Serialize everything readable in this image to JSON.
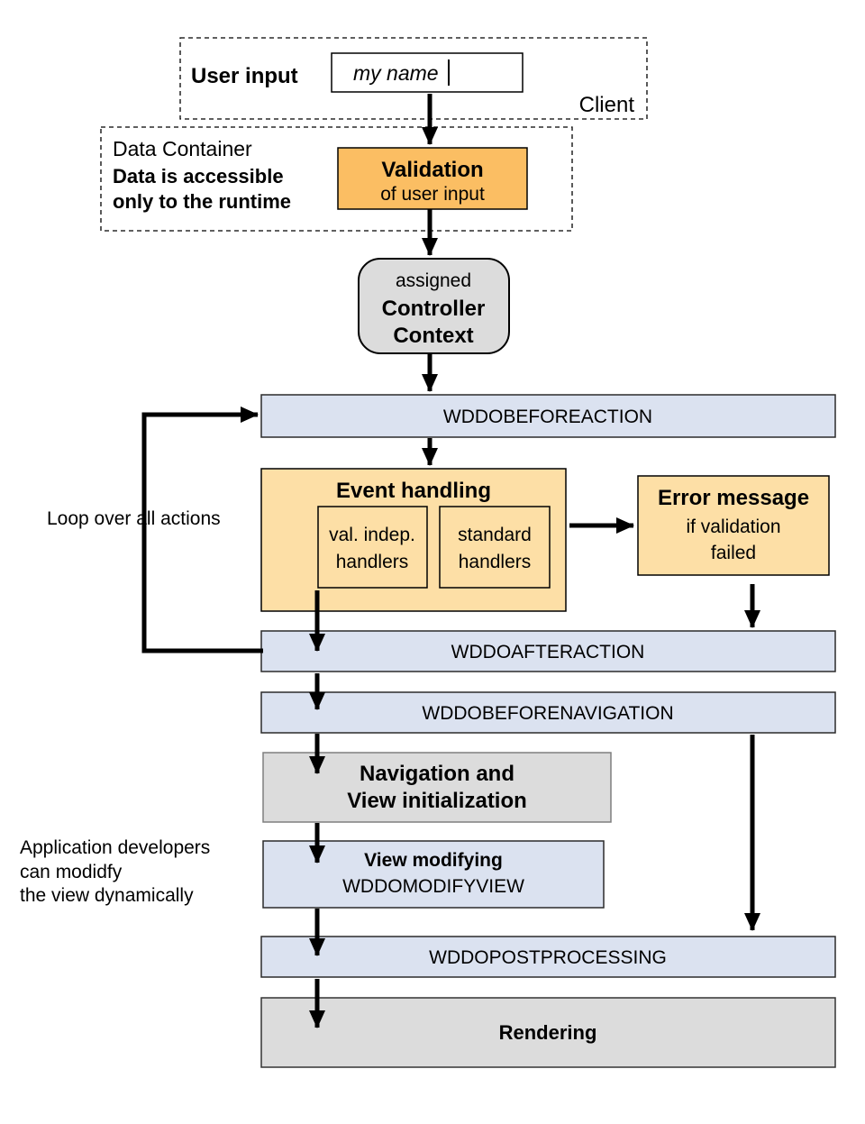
{
  "colors": {
    "orange_strong": "#FBBE63",
    "orange_light": "#FDDFA6",
    "blue_bar": "#DBE2F0",
    "gray_box": "#DCDCDC",
    "white": "#FFFFFF"
  },
  "client": {
    "label": "Client",
    "user_input_label": "User input",
    "input_value": "my name"
  },
  "data_container": {
    "title": "Data Container",
    "note_line1": "Data is accessible",
    "note_line2": "only to the runtime",
    "validation": {
      "title": "Validation",
      "subtitle": "of user input"
    }
  },
  "controller_context": {
    "line1": "assigned",
    "line2": "Controller",
    "line3": "Context"
  },
  "hooks": {
    "before_action": "WDDOBEFOREACTION",
    "after_action": "WDDOAFTERACTION",
    "before_navigation": "WDDOBEFORENAVIGATION",
    "post_processing": "WDDOPOSTPROCESSING"
  },
  "event_handling": {
    "title": "Event handling",
    "handler1_line1": "val. indep.",
    "handler1_line2": "handlers",
    "handler2_line1": "standard",
    "handler2_line2": "handlers"
  },
  "error_message": {
    "title": "Error message",
    "line1": "if validation",
    "line2": "failed"
  },
  "navigation": {
    "line1": "Navigation and",
    "line2": "View initialization"
  },
  "view_modifying": {
    "line1": "View modifying",
    "line2": "WDDOMODIFYVIEW"
  },
  "rendering": {
    "label": "Rendering"
  },
  "annotations": {
    "loop": "Loop over all actions",
    "dev_line1": "Application developers",
    "dev_line2": "can modidfy",
    "dev_line3": "the view dynamically"
  }
}
